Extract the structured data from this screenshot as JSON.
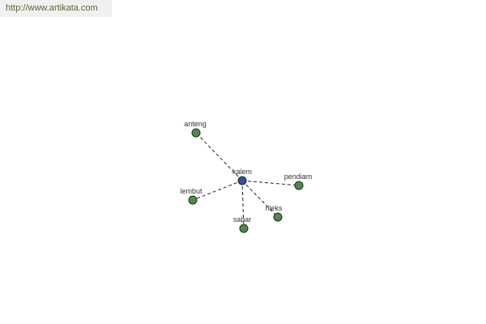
{
  "header": {
    "source_url": "http://www.artikata.com"
  },
  "colors": {
    "header_bg": "#f0f0f0",
    "link_text": "#556b2f",
    "center_node": "#334f9c",
    "leaf_node": "#4f8a48",
    "node_stroke": "#1e2d1e",
    "edge": "#222222",
    "label_text": "#333333"
  },
  "graph": {
    "center": {
      "label": "kalem"
    },
    "leaves": [
      {
        "label": "anteng"
      },
      {
        "label": "pendiam"
      },
      {
        "label": "lembut"
      },
      {
        "label": "rileks"
      },
      {
        "label": "sabar"
      }
    ]
  }
}
